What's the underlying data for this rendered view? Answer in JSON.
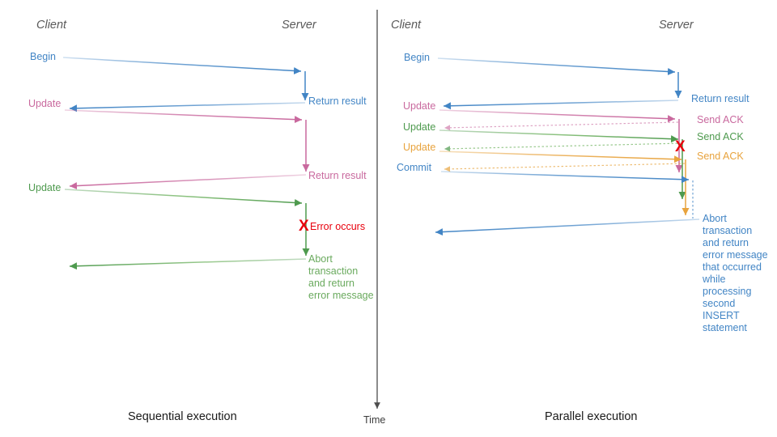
{
  "diagram": {
    "title_type": "sequence-diagram",
    "colors": {
      "blue": "#4285c5",
      "pink": "#c9699e",
      "green": "#4e9a4e",
      "green_light": "#7cbf6b",
      "orange": "#e8a33d",
      "red": "#e8000d",
      "gray": "#595959",
      "black": "#1a1a1a",
      "divider": "#4d4d4d"
    },
    "time_axis": {
      "label": "Time"
    },
    "left_panel": {
      "caption": "Sequential execution",
      "headers": {
        "client": "Client",
        "server": "Server"
      },
      "client_labels": [
        {
          "text": "Begin",
          "color": "blue"
        },
        {
          "text": "Update",
          "color": "pink"
        },
        {
          "text": "Update",
          "color": "green"
        }
      ],
      "server_labels": [
        {
          "text": "Return result",
          "color": "blue"
        },
        {
          "text": "Return result",
          "color": "pink"
        }
      ],
      "error_marker": {
        "glyph": "X",
        "label": "Error occurs",
        "color": "red"
      },
      "abort_note": {
        "lines": [
          "Abort",
          "transaction",
          "and return",
          "error message"
        ],
        "color": "green"
      }
    },
    "right_panel": {
      "caption": "Parallel execution",
      "headers": {
        "client": "Client",
        "server": "Server"
      },
      "client_labels": [
        {
          "text": "Begin",
          "color": "blue"
        },
        {
          "text": "Update",
          "color": "pink"
        },
        {
          "text": "Update",
          "color": "green"
        },
        {
          "text": "Update",
          "color": "orange"
        },
        {
          "text": "Commit",
          "color": "blue"
        }
      ],
      "server_labels": [
        {
          "text": "Return result",
          "color": "blue"
        },
        {
          "text": "Send ACK",
          "color": "pink"
        },
        {
          "text": "Send ACK",
          "color": "green"
        },
        {
          "text": "Send ACK",
          "color": "orange"
        }
      ],
      "error_marker": {
        "glyph": "X",
        "color": "red"
      },
      "abort_note": {
        "lines": [
          "Abort",
          "transaction",
          "and return",
          "error message",
          "that occurred",
          "while",
          "processing",
          "second",
          "INSERT",
          "statement"
        ],
        "color": "blue"
      }
    }
  }
}
